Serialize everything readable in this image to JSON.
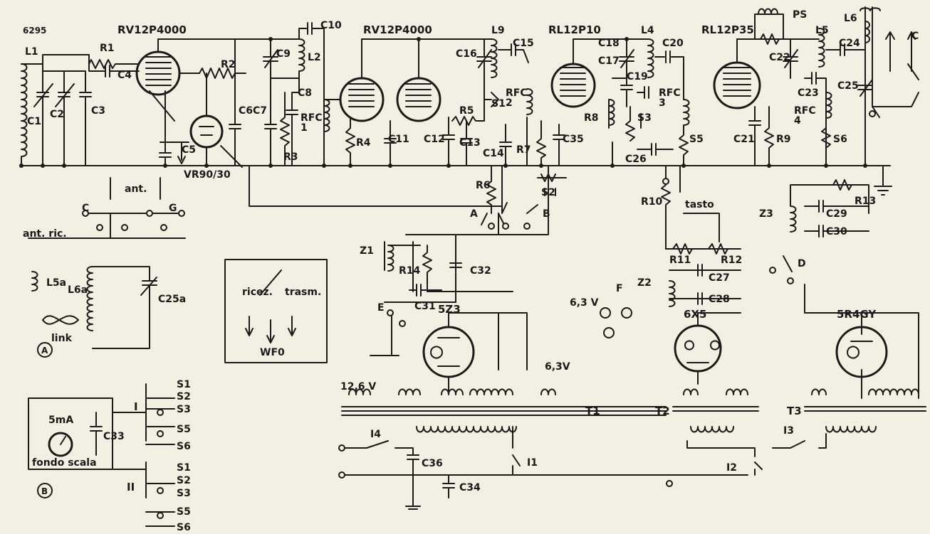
{
  "labels": {
    "code": "6295",
    "v1": "RV12P4000",
    "v2": "RV12P4000",
    "v3": "RL12P10",
    "v4": "RL12P35",
    "r1": "R1",
    "r2": "R2",
    "r3": "R3",
    "r4": "R4",
    "r5": "R5",
    "r6": "R6",
    "r7": "R7",
    "r8": "R8",
    "r9": "R9",
    "r10": "R10",
    "r11": "R11",
    "r12": "R12",
    "r13": "R13",
    "r14": "R14",
    "c1": "C1",
    "c2": "C2",
    "c3": "C3",
    "c4": "C4",
    "c5": "C5",
    "c6": "C6",
    "c7": "C7",
    "c8": "C8",
    "c9": "C9",
    "c10": "C10",
    "c11": "C11",
    "c12": "C12",
    "c13": "C13",
    "c14": "C14",
    "c15": "C15",
    "c16": "C16",
    "c17": "C17",
    "c18": "C18",
    "c19": "C19",
    "c20": "C20",
    "c21": "C21",
    "c22": "C22",
    "c23": "C23",
    "c24": "C24",
    "c25": "C25",
    "c26": "C26",
    "c27": "C27",
    "c28": "C28",
    "c29": "C29",
    "c30": "C30",
    "c31": "C31",
    "c32": "C32",
    "c33": "C33",
    "c34": "C34",
    "c35": "C35",
    "c36": "C36",
    "c25a": "C25a",
    "l1": "L1",
    "l2": "L2",
    "l4": "L4",
    "l5": "L5",
    "l6": "L6",
    "l9": "L9",
    "l5a": "L5a",
    "l6a": "L6a",
    "rfc1": "RFC\n1",
    "rfc2": "RFC\n2",
    "rfc3": "RFC\n3",
    "rfc4": "RFC\n4",
    "s1": "S1",
    "s2": "S2",
    "s3": "S3",
    "s5": "S5",
    "s6": "S6",
    "z1": "Z1",
    "z2": "Z2",
    "z3": "Z3",
    "t1": "T1",
    "t2": "T2",
    "t3": "T3",
    "i1": "I1",
    "i2": "I2",
    "i3": "I3",
    "i4": "I4",
    "sw_a": "A",
    "sw_b": "B",
    "sw_c": "C",
    "sw_d": "D",
    "sw_e": "E",
    "sw_f": "F",
    "sw_g": "G",
    "ps": "PS",
    "vr": "VR90/30",
    "rect1": "5Z3",
    "rect2": "6X5",
    "rect3": "5R4GY",
    "v63a": "6,3 V",
    "v63b": "6,3V",
    "v126": "12,6 V",
    "tasto": "tasto",
    "ant": "ant.",
    "ant_ric": "ant. ric.",
    "link": "link",
    "ricez": "ricez.",
    "trasm": "trasm.",
    "wfo": "WF0",
    "ma": "5mA",
    "fondo": "fondo scala",
    "sec1": "I",
    "sec2": "II",
    "figA": "A",
    "figB": "B"
  }
}
